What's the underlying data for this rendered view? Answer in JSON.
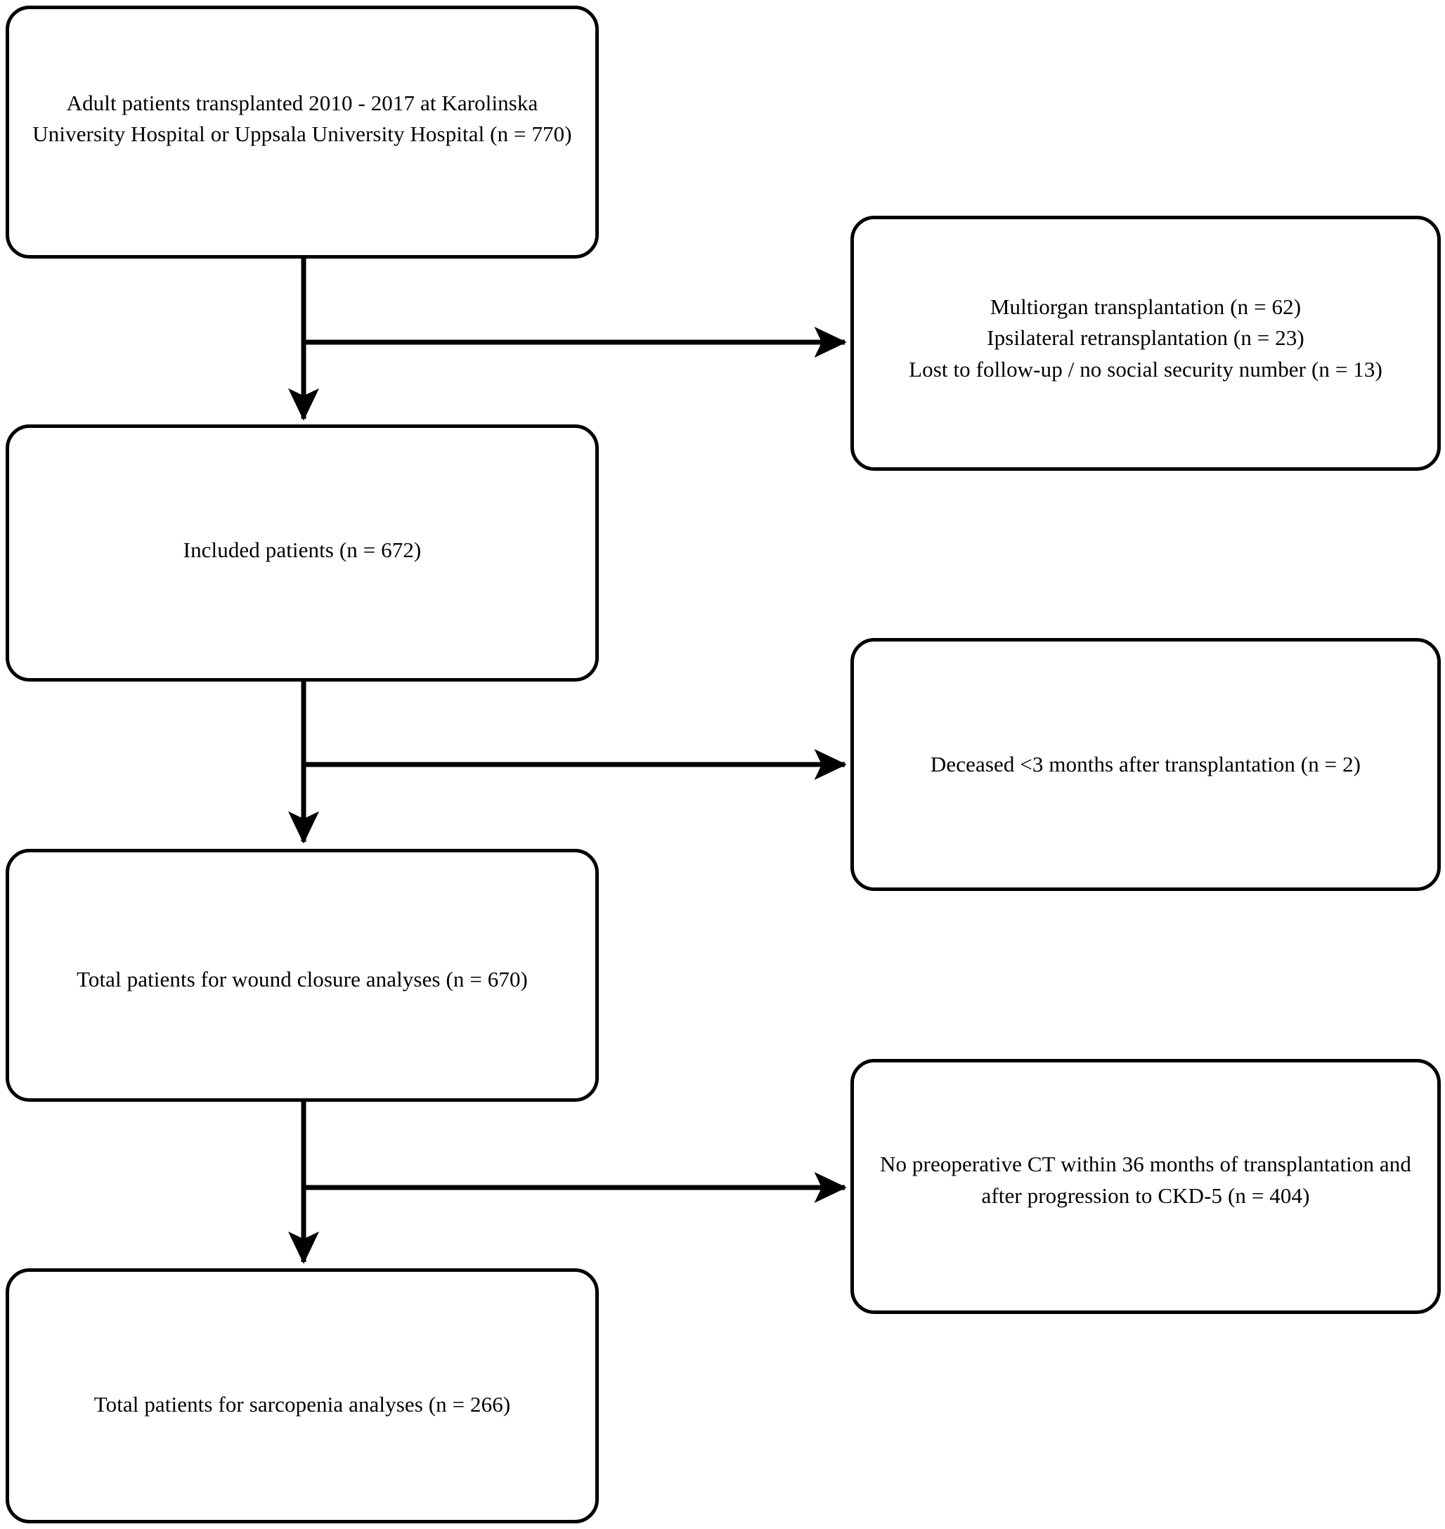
{
  "figure": {
    "type": "flowchart",
    "orientation": "top-to-bottom with right-side exclusion branches",
    "background_color": "#ffffff",
    "line_color": "#000000"
  },
  "nodes": {
    "cohort": {
      "id": "cohort",
      "role": "source-population",
      "text": "Adult patients transplanted 2010 - 2017 at Karolinska University Hospital or Uppsala University Hospital (n = 770)",
      "n": 770
    },
    "included": {
      "id": "included",
      "role": "included-population",
      "text": "Included patients (n = 672)",
      "n": 672
    },
    "wound": {
      "id": "wound",
      "role": "analysis-population",
      "text": "Total patients for wound closure analyses (n = 670)",
      "n": 670
    },
    "sarcopenia": {
      "id": "sarcopenia",
      "role": "analysis-population",
      "text": "Total patients for sarcopenia analyses (n = 266)",
      "n": 266
    }
  },
  "exclusions": {
    "excl_1": {
      "id": "excl-1",
      "role": "exclusion-criteria",
      "text": "Multiorgan transplantation (n = 62)\nIpsilateral retransplantation (n = 23)\nLost to follow-up / no social security number (n = 13)",
      "items": [
        {
          "reason": "Multiorgan transplantation",
          "n": 62
        },
        {
          "reason": "Ipsilateral retransplantation",
          "n": 23
        },
        {
          "reason": "Lost to follow-up / no social security number",
          "n": 13
        }
      ]
    },
    "excl_2": {
      "id": "excl-2",
      "role": "exclusion-criteria",
      "text": "Deceased <3 months after transplantation (n = 2)",
      "items": [
        {
          "reason": "Deceased <3 months after transplantation",
          "n": 2
        }
      ]
    },
    "excl_3": {
      "id": "excl-3",
      "role": "exclusion-criteria",
      "text": "No preoperative CT within 36 months of transplantation and after progression to CKD-5 (n = 404)",
      "items": [
        {
          "reason": "No preoperative CT within 36 months of transplantation and after progression to CKD-5",
          "n": 404
        }
      ]
    }
  },
  "connectors": [
    {
      "id": "cohort-to-included",
      "from": "cohort",
      "to": "included",
      "direction": "down"
    },
    {
      "id": "cohort-to-excl-1",
      "from": "cohort",
      "to": "excl-1",
      "direction": "right"
    },
    {
      "id": "included-to-wound",
      "from": "included",
      "to": "wound",
      "direction": "down"
    },
    {
      "id": "included-to-excl-2",
      "from": "included",
      "to": "excl-2",
      "direction": "right"
    },
    {
      "id": "wound-to-sarcopenia",
      "from": "wound",
      "to": "sarcopenia",
      "direction": "down"
    },
    {
      "id": "wound-to-excl-3",
      "from": "wound",
      "to": "excl-3",
      "direction": "right"
    }
  ]
}
